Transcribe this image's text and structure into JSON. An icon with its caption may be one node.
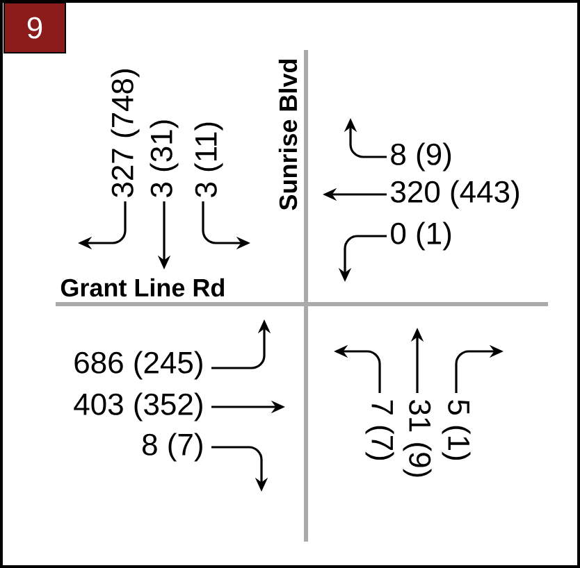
{
  "diagram": {
    "nodes": [
      {
        "text": [
          "9"
        ]
      }
    ],
    "labels": [
      "327 (748)",
      "3 (31)",
      "3 (11)",
      "Sunrise Blvd",
      "8 (9)",
      "320 (443)",
      "0 (1)",
      "Grant Line Rd",
      "686 (245)",
      "403 (352)",
      "8 (7)",
      "7 (7)",
      "31 (9)",
      "5 (1)"
    ]
  }
}
